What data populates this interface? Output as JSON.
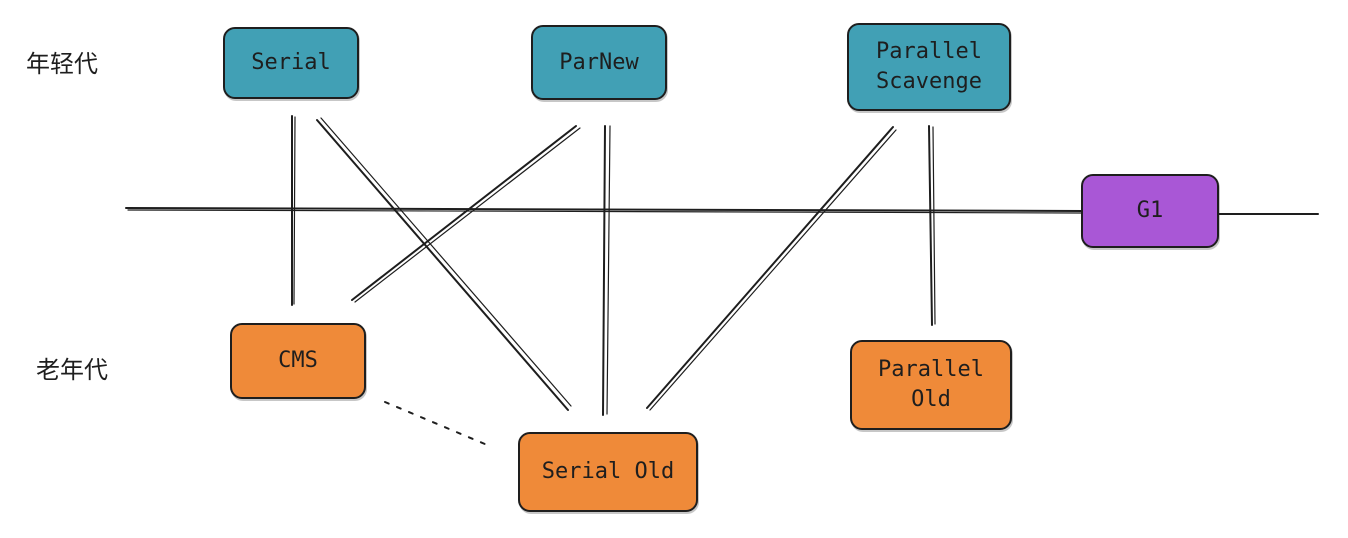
{
  "labels": {
    "young_gen": "年轻代",
    "old_gen": "老年代"
  },
  "colors": {
    "young": "#41a0b5",
    "old": "#ef8a39",
    "g1": "#a957d6",
    "stroke": "#1e1e1e"
  },
  "nodes": {
    "serial": {
      "text": "Serial",
      "group": "young"
    },
    "parnew": {
      "text": "ParNew",
      "group": "young"
    },
    "parallel_scavenge": {
      "text": "Parallel\nScavenge",
      "group": "young"
    },
    "g1": {
      "text": "G1",
      "group": "g1"
    },
    "cms": {
      "text": "CMS",
      "group": "old"
    },
    "serial_old": {
      "text": "Serial Old",
      "group": "old"
    },
    "parallel_old": {
      "text": "Parallel\nOld",
      "group": "old"
    }
  },
  "connections": [
    {
      "from": "serial",
      "to": "cms",
      "style": "solid"
    },
    {
      "from": "serial",
      "to": "serial_old",
      "style": "solid"
    },
    {
      "from": "parnew",
      "to": "cms",
      "style": "solid"
    },
    {
      "from": "parnew",
      "to": "serial_old",
      "style": "solid"
    },
    {
      "from": "parallel_scavenge",
      "to": "serial_old",
      "style": "solid"
    },
    {
      "from": "parallel_scavenge",
      "to": "parallel_old",
      "style": "solid"
    },
    {
      "from": "cms",
      "to": "serial_old",
      "style": "dashed"
    }
  ]
}
